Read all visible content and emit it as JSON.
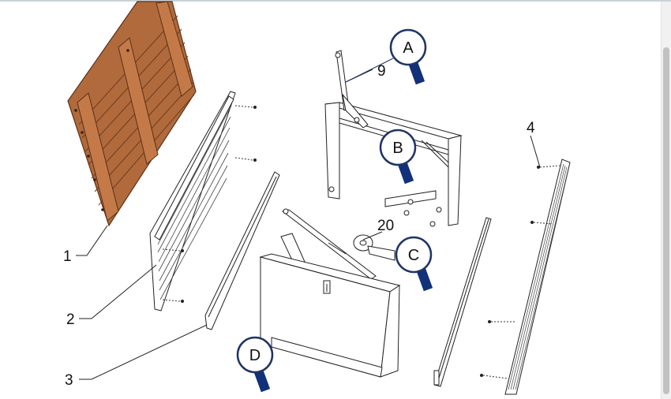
{
  "part_labels": [
    "1",
    "2",
    "3",
    "4",
    "9",
    "20"
  ],
  "callouts": [
    "A",
    "B",
    "C",
    "D"
  ],
  "colors": {
    "wood_panel": "#b06a3c",
    "wood_edge": "#7a4424",
    "callout_ring": "#1f3466",
    "callout_handle": "#13317a",
    "line": "#222222"
  }
}
